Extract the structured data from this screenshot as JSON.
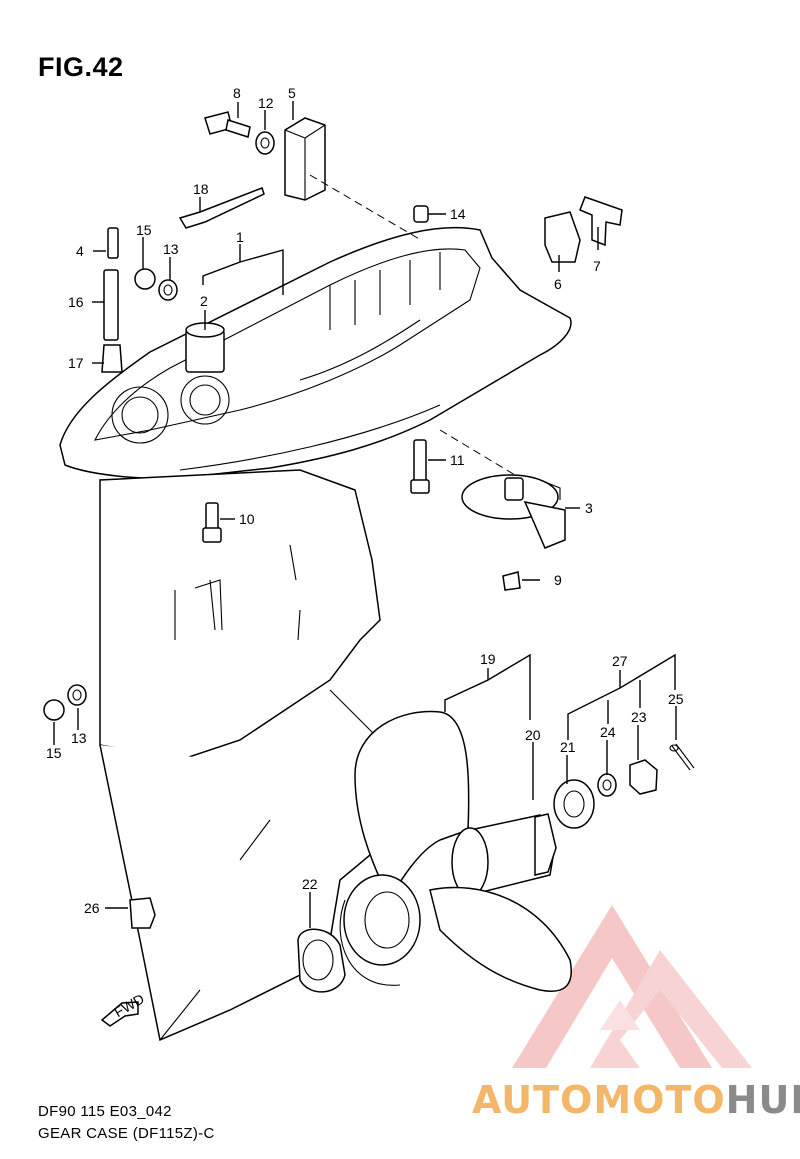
{
  "figure": {
    "title": "FIG.42",
    "footer_code": "DF90 115 E03_042",
    "footer_caption": "GEAR CASE (DF115Z)-C"
  },
  "callouts": [
    {
      "id": "c8",
      "label": "8"
    },
    {
      "id": "c12",
      "label": "12"
    },
    {
      "id": "c5",
      "label": "5"
    },
    {
      "id": "c18",
      "label": "18"
    },
    {
      "id": "c14",
      "label": "14"
    },
    {
      "id": "c4",
      "label": "4"
    },
    {
      "id": "c15a",
      "label": "15"
    },
    {
      "id": "c13a",
      "label": "13"
    },
    {
      "id": "c1",
      "label": "1"
    },
    {
      "id": "c2",
      "label": "2"
    },
    {
      "id": "c16",
      "label": "16"
    },
    {
      "id": "c17",
      "label": "17"
    },
    {
      "id": "c6",
      "label": "6"
    },
    {
      "id": "c7",
      "label": "7"
    },
    {
      "id": "c11",
      "label": "11"
    },
    {
      "id": "c3",
      "label": "3"
    },
    {
      "id": "c10",
      "label": "10"
    },
    {
      "id": "c9",
      "label": "9"
    },
    {
      "id": "c19",
      "label": "19"
    },
    {
      "id": "c27",
      "label": "27"
    },
    {
      "id": "c25",
      "label": "25"
    },
    {
      "id": "c20",
      "label": "20"
    },
    {
      "id": "c21",
      "label": "21"
    },
    {
      "id": "c24",
      "label": "24"
    },
    {
      "id": "c23",
      "label": "23"
    },
    {
      "id": "c15b",
      "label": "15"
    },
    {
      "id": "c13b",
      "label": "13"
    },
    {
      "id": "c22",
      "label": "22"
    },
    {
      "id": "c26",
      "label": "26"
    }
  ],
  "fwd_label": "FWD",
  "watermark": {
    "text_colored": "AUTOMOTO",
    "text_gray": "HUB",
    "logo_color": "#f4a6a6",
    "accent_color": "#f4b76a",
    "gray_color": "#8a8a8a"
  }
}
